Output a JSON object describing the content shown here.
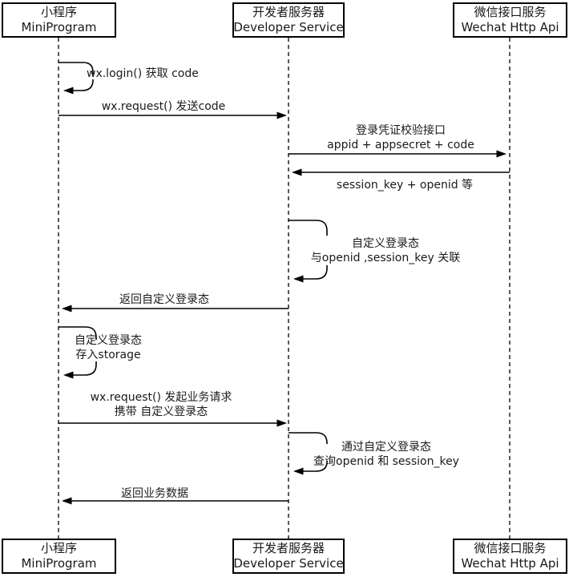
{
  "participants": [
    {
      "name_zh": "小程序",
      "name_en": "MiniProgram"
    },
    {
      "name_zh": "开发者服务器",
      "name_en": "Developer Service"
    },
    {
      "name_zh": "微信接口服务",
      "name_en": "Wechat Http Api"
    }
  ],
  "messages": [
    {
      "kind": "self",
      "actor": "MiniProgram",
      "lines": [
        "wx.login() 获取 code"
      ]
    },
    {
      "kind": "message",
      "from": "MiniProgram",
      "to": "Developer Service",
      "lines": [
        "wx.request() 发送code"
      ]
    },
    {
      "kind": "message",
      "from": "Developer Service",
      "to": "Wechat Http Api",
      "lines": [
        "登录凭证校验接口",
        "appid + appsecret + code"
      ]
    },
    {
      "kind": "message",
      "from": "Wechat Http Api",
      "to": "Developer Service",
      "lines": [
        "session_key + openid 等"
      ]
    },
    {
      "kind": "self",
      "actor": "Developer Service",
      "lines": [
        "自定义登录态",
        "与openid ,session_key 关联"
      ]
    },
    {
      "kind": "message",
      "from": "Developer Service",
      "to": "MiniProgram",
      "lines": [
        "返回自定义登录态"
      ]
    },
    {
      "kind": "self",
      "actor": "MiniProgram",
      "lines": [
        "自定义登录态",
        "存入storage"
      ]
    },
    {
      "kind": "message",
      "from": "MiniProgram",
      "to": "Developer Service",
      "lines": [
        "wx.request() 发起业务请求",
        "携带 自定义登录态"
      ]
    },
    {
      "kind": "self",
      "actor": "Developer Service",
      "lines": [
        "通过自定义登录态",
        "查询openid 和 session_key"
      ]
    },
    {
      "kind": "message",
      "from": "Developer Service",
      "to": "MiniProgram",
      "lines": [
        "返回业务数据"
      ]
    }
  ],
  "colors": {
    "line": "#000000",
    "text": "#1a1a1a",
    "background": "#ffffff"
  }
}
